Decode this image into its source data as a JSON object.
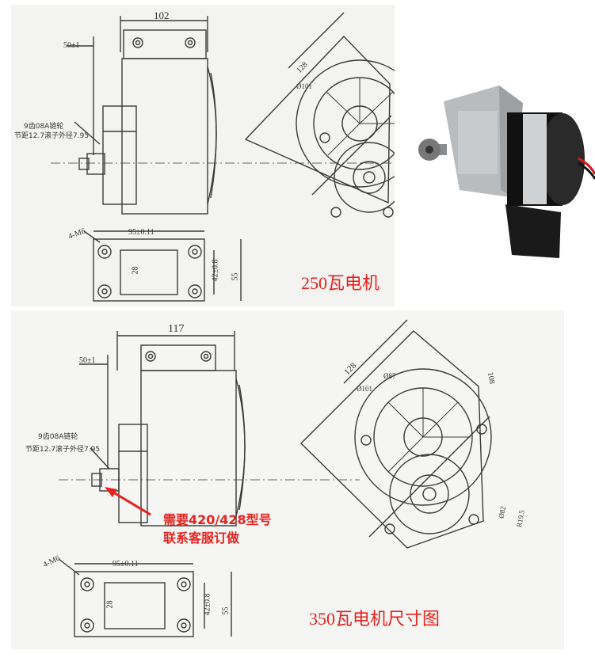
{
  "top_drawing": {
    "dim_width": "102",
    "dim_offset": "50±1",
    "sprocket_spec_1": "9齿08A链轮",
    "sprocket_spec_2": "节距12.7滚子外径7.95",
    "hole_spec": "4-M6",
    "mount_width": "95±0.11",
    "mount_height": "42±0.8",
    "mount_inner": "28",
    "mount_total": "55",
    "circle_dim": "128",
    "bore_dim": "Ø101",
    "caption": "250瓦电机"
  },
  "bottom_drawing": {
    "dim_width": "117",
    "dim_offset": "50±1",
    "sprocket_spec_1": "9齿08A链轮",
    "sprocket_spec_2": "节距12.7滚子外径7.95",
    "hole_spec": "4-M6",
    "mount_width": "95±0.11",
    "mount_height": "42±0.8",
    "mount_inner": "28",
    "mount_total": "55",
    "circle_dim": "128",
    "side_dim": "108",
    "bore_dim": "Ø101",
    "small_dim": "Ø87",
    "lower_dim": "Ø82",
    "r_dim": "R19.5",
    "note_line1": "需要420/428型号",
    "note_line2": "联系客服订做",
    "caption": "350瓦电机尺寸图"
  },
  "colors": {
    "caption_red": "#e8221e",
    "line": "#3a3a3a"
  },
  "photo": {
    "subject": "geared-dc-motor-photo"
  }
}
